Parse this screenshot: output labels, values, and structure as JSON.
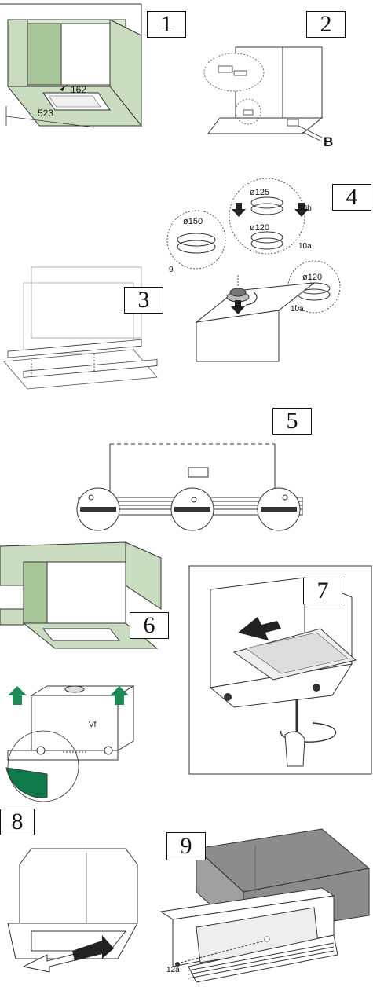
{
  "steps": {
    "s1": "1",
    "s2": "2",
    "s3": "3",
    "s4": "4",
    "s5": "5",
    "s6": "6",
    "s7": "7",
    "s8": "8",
    "s9": "9"
  },
  "panel1": {
    "dim_depth": "162",
    "dim_width": "523"
  },
  "panel2": {
    "label_b": "B"
  },
  "panel4": {
    "d125": "ø125",
    "d150": "ø150",
    "d120a": "ø120",
    "d120b": "ø120",
    "ref_10b": "10b",
    "ref_9": "9",
    "ref_10a_1": "10a",
    "ref_10a_2": "10a"
  },
  "panel6": {
    "label_vf": "Vf"
  },
  "panel9": {
    "label_12a": "12a"
  },
  "colors": {
    "wall_green": "#c9dcbf",
    "wall_green_dark": "#a9c79a",
    "arrow_green": "#1e8a55",
    "hood_grey": "#8c8c8c",
    "accent_dark_green": "#0e7a4a"
  }
}
